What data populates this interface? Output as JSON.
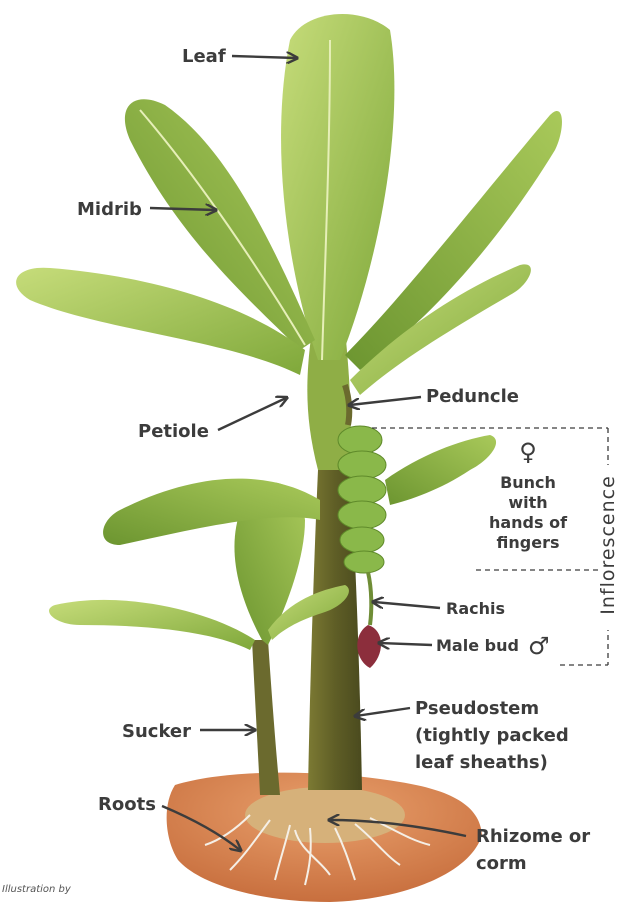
{
  "labels": {
    "leaf": "Leaf",
    "midrib": "Midrib",
    "petiole": "Petiole",
    "peduncle": "Peduncle",
    "bunch_line1": "Bunch",
    "bunch_line2": "with",
    "bunch_line3": "hands of",
    "bunch_line4": "fingers",
    "inflorescence": "Inflorescence",
    "rachis": "Rachis",
    "male_bud": "Male bud",
    "sucker": "Sucker",
    "pseudostem_line1": "Pseudostem",
    "pseudostem_line2": "(tightly packed",
    "pseudostem_line3": "leaf sheaths)",
    "roots": "Roots",
    "rhizome_line1": "Rhizome or",
    "rhizome_line2": "corm"
  },
  "symbols": {
    "female": "♀",
    "male": "♂"
  },
  "credit": {
    "line1": "Illustration by"
  },
  "colors": {
    "leaf_light": "#b9d36a",
    "leaf_dark": "#6f9a2f",
    "stem": "#6b6a2e",
    "soil": "#d98a5a",
    "bud": "#8c2e3c",
    "text": "#3c3c3c"
  }
}
